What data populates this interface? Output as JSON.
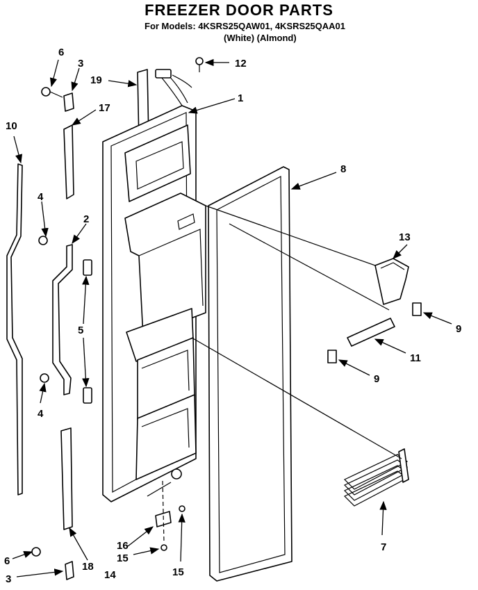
{
  "header": {
    "title": "FREEZER DOOR PARTS",
    "models_line": "For Models: 4KSRS25QAW01, 4KSRS25QAA01",
    "finish_line": "(White)   (Almond)"
  },
  "callouts": {
    "c1": "1",
    "c2": "2",
    "c3a": "3",
    "c3b": "3",
    "c4a": "4",
    "c4b": "4",
    "c5": "5",
    "c6a": "6",
    "c6b": "6",
    "c7": "7",
    "c8": "8",
    "c9a": "9",
    "c9b": "9",
    "c10": "10",
    "c11": "11",
    "c12": "12",
    "c13": "13",
    "c14": "14",
    "c15a": "15",
    "c15b": "15",
    "c16": "16",
    "c17": "17",
    "c18": "18",
    "c19": "19"
  }
}
